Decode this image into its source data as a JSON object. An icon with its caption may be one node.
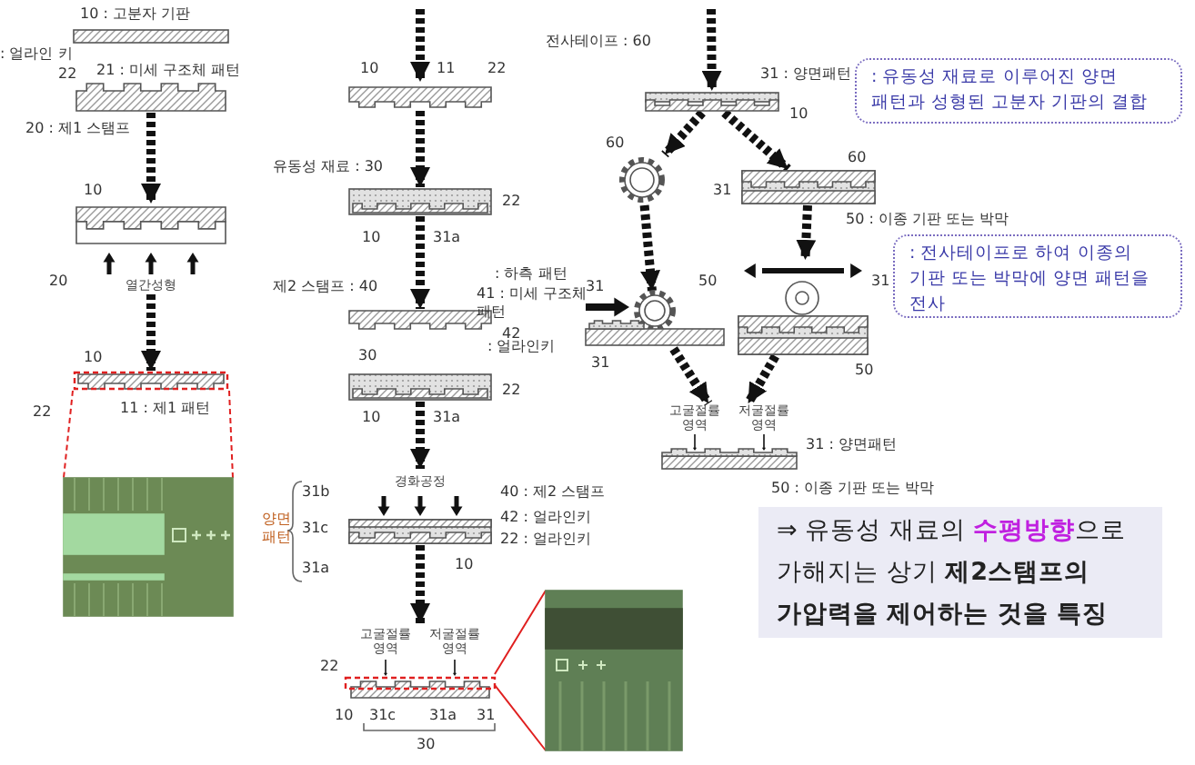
{
  "diagram": {
    "nodes": [
      {
        "text": [],
        "shape": "bar"
      },
      {
        "text": [],
        "shape": "bar"
      },
      {
        "text": [],
        "shape": "picture",
        "beside": [
          "열간성형"
        ]
      },
      {
        "text": [],
        "shape": "picture"
      },
      {
        "text": [],
        "shape": "picture"
      },
      {
        "text": [],
        "shape": "bar"
      },
      {
        "text": [],
        "shape": "picture"
      },
      {
        "text": [],
        "shape": "bar"
      },
      {
        "text": [],
        "shape": "picture"
      },
      {
        "text": [],
        "shape": "picture",
        "beside": [
          "경화공정"
        ]
      },
      {
        "text": [],
        "shape": "picture",
        "beside": [
          "고굴절률 영역",
          "저굴절률 영역"
        ]
      },
      {
        "text": [],
        "shape": "picture"
      },
      {
        "text": [],
        "shape": "bar"
      },
      {
        "text": [],
        "shape": "picture"
      },
      {
        "text": [],
        "shape": "picture"
      },
      {
        "text": [],
        "shape": "picture"
      },
      {
        "text": [],
        "shape": "picture"
      },
      {
        "text": [],
        "shape": "picture",
        "beside": [
          "고굴절률 영역",
          "저굴절률 영역"
        ]
      },
      {
        "text": [
          ": 유동성 재료로 이루어진 양면 패턴과 성형된 고분자 기판의 결합"
        ]
      },
      {
        "text": [
          ": 전사테이프로 하여 이종의 기판 또는 박막에 양면 패턴을 전사"
        ]
      },
      {
        "text": [
          "⇒ 유동성 재료의 **수평방향**으로 가해지는 상기 **제2스탬프의 가압력을 제어하는 것을 특징**"
        ]
      }
    ],
    "edges": [
      {
        "from": 1,
        "to": 2,
        "arrow": "to",
        "style": "dashed"
      },
      {
        "from": 2,
        "to": 3,
        "arrow": "to",
        "style": "dashed"
      },
      {
        "from": 3,
        "to": 4,
        "arrow": "none",
        "style": "dashed",
        "color": "#e02020"
      },
      {
        "from": null,
        "to": 5,
        "arrow": "to",
        "style": "dashed"
      },
      {
        "from": 5,
        "to": 6,
        "arrow": "to",
        "style": "dashed"
      },
      {
        "from": 6,
        "to": 7,
        "arrow": "to",
        "style": "dashed"
      },
      {
        "from": 8,
        "to": 9,
        "arrow": "to",
        "style": "dashed"
      },
      {
        "from": 9,
        "to": 10,
        "arrow": "to",
        "style": "dashed"
      },
      {
        "from": 10,
        "to": 11,
        "arrow": "none",
        "color": "#e02020"
      },
      {
        "from": null,
        "to": 12,
        "arrow": "to",
        "style": "dashed"
      },
      {
        "from": 12,
        "to": 13,
        "arrow": "to",
        "style": "dashed"
      },
      {
        "from": 12,
        "to": 14,
        "arrow": "to",
        "style": "dashed"
      },
      {
        "from": 13,
        "to": 15,
        "arrow": "to",
        "style": "dashed"
      },
      {
        "from": 14,
        "to": 16,
        "arrow": "to",
        "style": "dashed"
      },
      {
        "from": 15,
        "to": 17,
        "arrow": "to",
        "style": "dashed"
      },
      {
        "from": 16,
        "to": 17,
        "arrow": "to",
        "style": "dashed"
      }
    ],
    "labels": [
      "10 : 고분자 기판",
      ": 얼라인 키",
      "22",
      "21 : 미세 구조체 패턴",
      "20 : 제1 스탬프",
      "10",
      "20",
      "10",
      "22",
      "11 : 제1 패턴",
      "10",
      "11",
      "22",
      "유동성 재료 : 30",
      "22",
      "10",
      "31a",
      ": 하측 패턴",
      "제2 스탬프 : 40",
      "41 : 미세 구조체 패턴",
      "42",
      "30",
      ": 얼라인키",
      "22",
      "10",
      "31a",
      "31b",
      "40 : 제2 스탬프",
      "양면 패턴",
      "31c",
      "42 : 얼라인키",
      "22 : 얼라인키",
      "31a",
      "10",
      "22",
      "10",
      "31c",
      "31a",
      "31",
      "30",
      "전사테이프 : 60",
      "31 : 양면패턴",
      "10",
      "60",
      "60",
      "31",
      "50 : 이종 기판 또는 박막",
      "31",
      "50",
      "31",
      "31",
      "50",
      "31 : 양면패턴",
      "50 : 이종 기판 또는 박막"
    ]
  }
}
